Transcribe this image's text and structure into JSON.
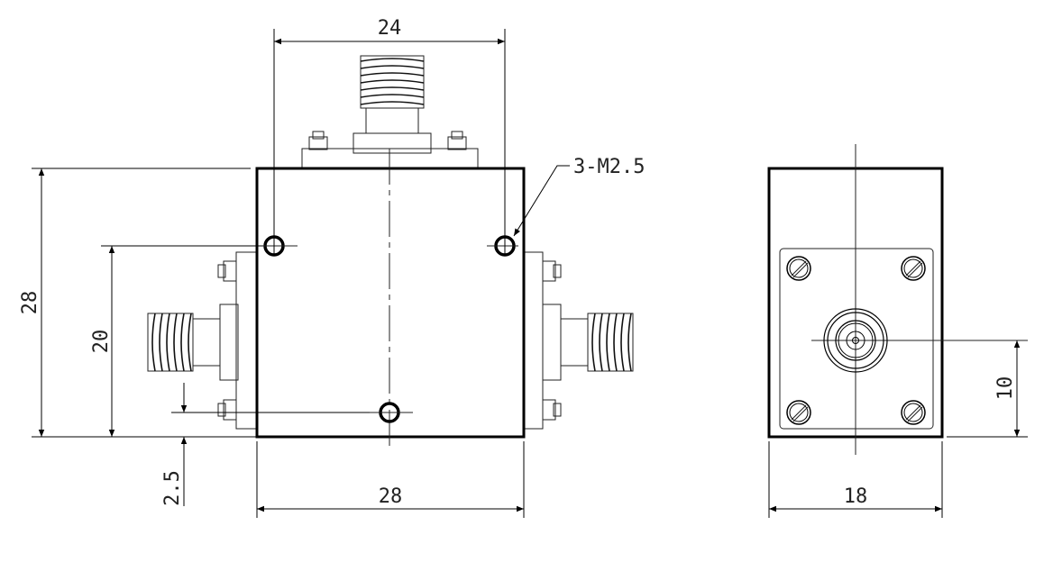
{
  "drawing": {
    "dimensions": {
      "top_width": "24",
      "left_height": "28",
      "hole_spacing": "20",
      "bottom_offset": "2.5",
      "bottom_width": "28",
      "side_width": "18",
      "side_height": "10"
    },
    "callout": "3-M2.5"
  }
}
